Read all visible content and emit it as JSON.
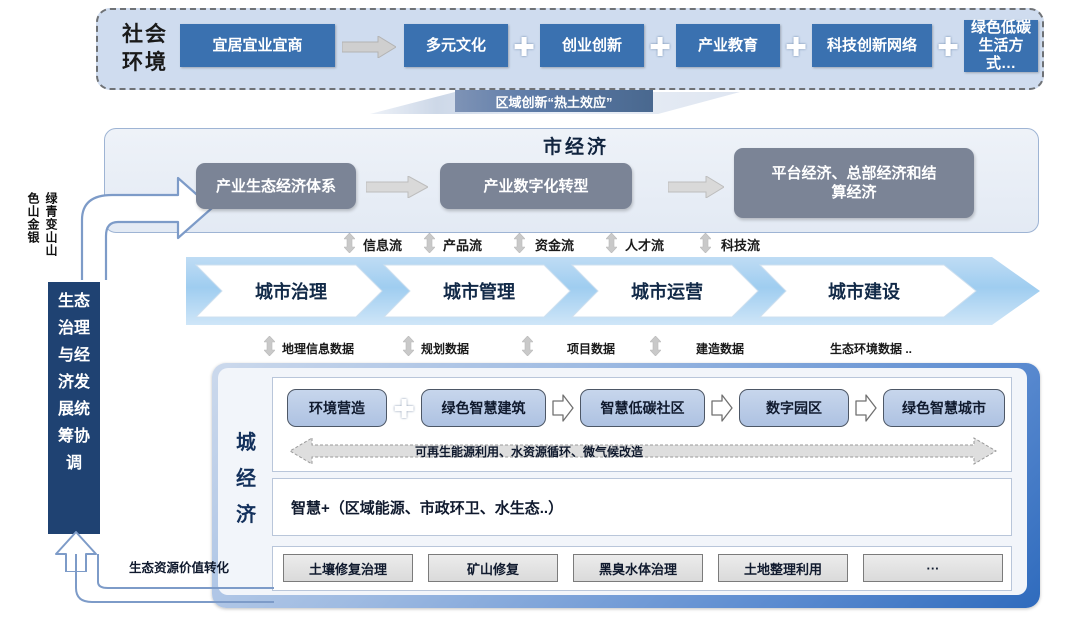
{
  "diagram": {
    "social": {
      "title": "社会\n环境",
      "title_lines": [
        "社会",
        "环境"
      ],
      "items": [
        {
          "label": "宜居宜业宜商",
          "connector": "arrow"
        },
        {
          "label": "多元文化",
          "connector": "plus"
        },
        {
          "label": "创业创新",
          "connector": "plus"
        },
        {
          "label": "产业教育",
          "connector": "plus"
        },
        {
          "label": "科技创新网络",
          "connector": "plus"
        },
        {
          "label": "绿色低碳生活方式…",
          "connector": "none"
        }
      ]
    },
    "ribbon": {
      "label": "区域创新“热土效应”"
    },
    "city_economy": {
      "title": "市经济",
      "items": [
        {
          "label": "产业生态经济体系"
        },
        {
          "label": "产业数字化转型"
        },
        {
          "label": "平台经济、总部经济和结算经济"
        }
      ]
    },
    "flows": [
      "信息流",
      "产品流",
      "资金流",
      "人才流",
      "科技流"
    ],
    "chevrons": [
      "城市治理",
      "城市管理",
      "城市运营",
      "城市建设"
    ],
    "data_labels": [
      "地理信息数据",
      "规划数据",
      "项目数据",
      "建造数据",
      "生态环境数据 .."
    ],
    "town_economy": {
      "title_lines": [
        "城",
        "经",
        "济"
      ],
      "chain": [
        {
          "label": "环境营造",
          "connector": "plus"
        },
        {
          "label": "绿色智慧建筑",
          "connector": "arrow"
        },
        {
          "label": "智慧低碳社区",
          "connector": "arrow"
        },
        {
          "label": "数字园区",
          "connector": "arrow"
        },
        {
          "label": "绿色智慧城市",
          "connector": "none"
        }
      ],
      "bidirectional_arrow_label": "可再生能源利用、水资源循环、微气候改造",
      "smart_plus": "智慧+（区域能源、市政环卫、水生态..）",
      "remediation": [
        "土壤修复治理",
        "矿山修复",
        "黑臭水体治理",
        "土地整理利用",
        "···"
      ]
    },
    "left": {
      "green_slogan_col_right": "绿青变山山",
      "green_slogan_col_left": "色山金银",
      "eco_box_lines": [
        "生态",
        "治理",
        "与经",
        "济发",
        "展统",
        "筹协",
        "调"
      ],
      "transform_label": "生态资源价值转化"
    },
    "colors": {
      "deep_blue": "#3a71b0",
      "navy": "#1f4272",
      "gray_box": "#7b8496",
      "panel_blue": "#cfdcef",
      "light_box": "#aec2e2"
    }
  }
}
